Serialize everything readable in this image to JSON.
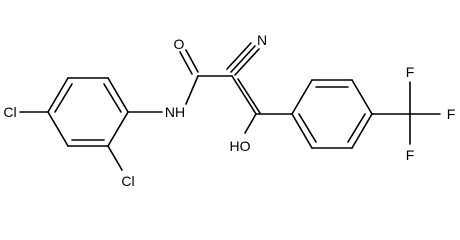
{
  "molecule": {
    "atom_labels": {
      "nitrogen_nitrile": "N",
      "oxygen_carbonyl": "O",
      "amide_nh": "NH",
      "hydroxyl": "HO",
      "chlorine_para": "Cl",
      "chlorine_ortho": "Cl",
      "fluorine_top": "F",
      "fluorine_right": "F",
      "fluorine_bottom": "F"
    }
  }
}
